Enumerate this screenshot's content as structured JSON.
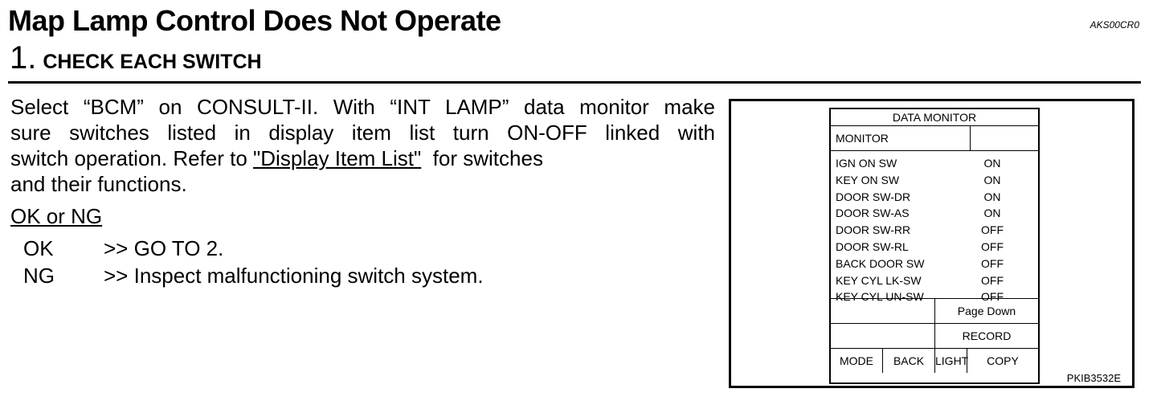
{
  "page": {
    "title": "Map Lamp Control Does Not Operate",
    "doc_id": "AKS00CR0",
    "step_number": "1.",
    "step_title": "CHECK EACH SWITCH"
  },
  "instructions": {
    "lines": [
      "Select “BCM” on CONSULT-II. With “INT LAMP” data monitor make",
      "sure switches listed in display item list turn ON-OFF linked with"
    ],
    "line3_before": "switch operation. Refer to ",
    "link_text": "\"Display Item List\"",
    "line3_after": "  for switches",
    "line4": "and their functions."
  },
  "result": {
    "heading": "OK or NG",
    "items": [
      {
        "code": "OK",
        "action": ">> GO TO 2."
      },
      {
        "code": "NG",
        "action": ">> Inspect malfunctioning switch system."
      }
    ]
  },
  "figure": {
    "ref": "PKIB3532E",
    "screen_title": "DATA MONITOR",
    "monitor_label": "MONITOR",
    "items": [
      {
        "name": "IGN ON SW",
        "value": "ON"
      },
      {
        "name": "KEY ON SW",
        "value": "ON"
      },
      {
        "name": "DOOR SW-DR",
        "value": "ON"
      },
      {
        "name": "DOOR SW-AS",
        "value": "ON"
      },
      {
        "name": "DOOR SW-RR",
        "value": "OFF"
      },
      {
        "name": "DOOR SW-RL",
        "value": "OFF"
      },
      {
        "name": "BACK DOOR SW",
        "value": "OFF"
      },
      {
        "name": "KEY CYL LK-SW",
        "value": "OFF"
      },
      {
        "name": "KEY CYL UN-SW",
        "value": "OFF"
      }
    ],
    "buttons": {
      "page_down": "Page Down",
      "record": "RECORD",
      "mode": "MODE",
      "back": "BACK",
      "light": "LIGHT",
      "copy": "COPY"
    }
  }
}
